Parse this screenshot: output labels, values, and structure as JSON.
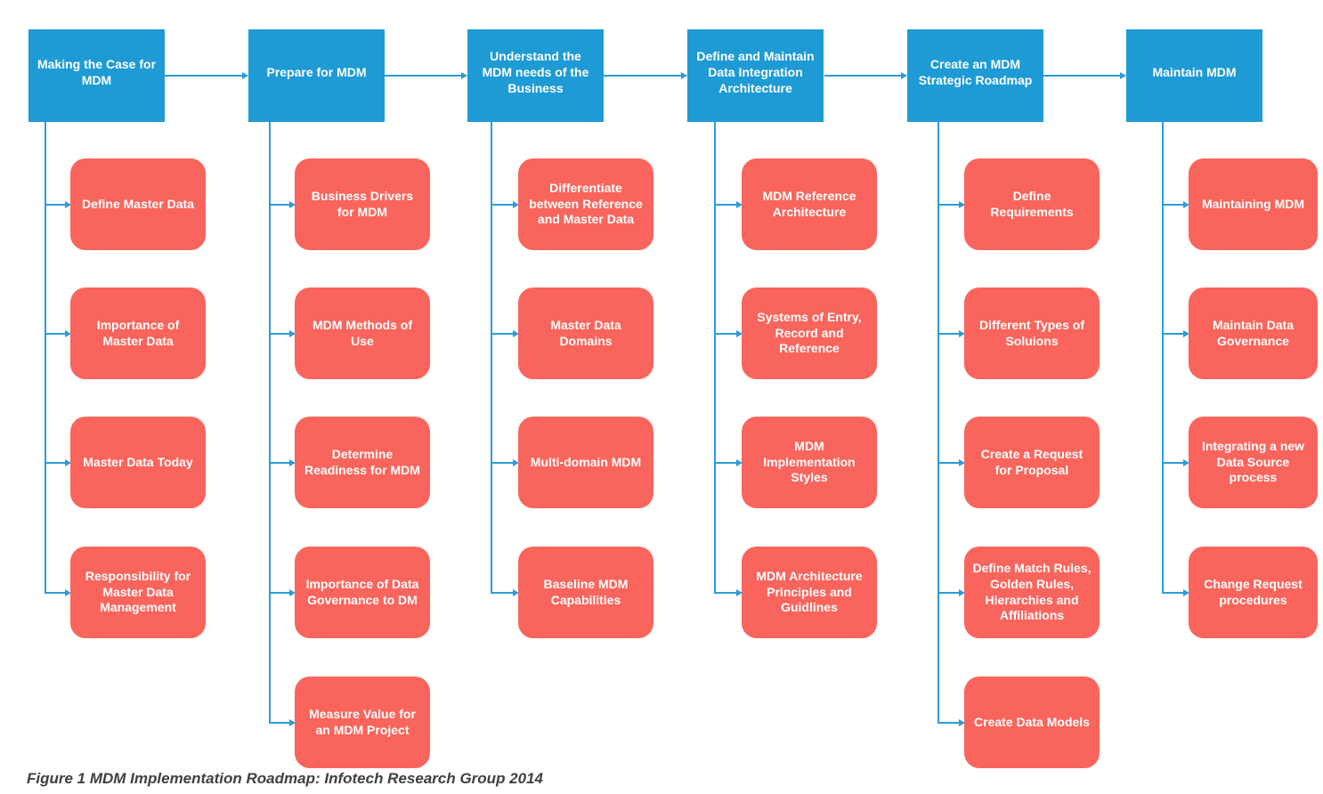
{
  "figure": {
    "caption": "Figure 1 MDM Implementation Roadmap: Infotech Research Group 2014"
  },
  "colors": {
    "phase_blue": "#1E9BD5",
    "step_red": "#F9655C",
    "connector_blue": "#2B9CD8",
    "caption_gray": "#3F3F3F"
  },
  "diagram_type": "flowchart-roadmap",
  "columns": [
    {
      "title": "Making the Case for MDM",
      "children": [
        "Define Master Data",
        "Importance of Master Data",
        "Master Data Today",
        "Responsibility for Master Data Management"
      ]
    },
    {
      "title": "Prepare for MDM",
      "children": [
        "Business Drivers for MDM",
        "MDM Methods of Use",
        "Determine Readiness for MDM",
        "Importance of Data Governance to DM",
        "Measure Value for an MDM Project"
      ]
    },
    {
      "title": "Understand the MDM needs of the Business",
      "children": [
        "Differentiate between Reference and Master Data",
        "Master Data Domains",
        "Multi-domain MDM",
        "Baseline MDM Capabilities"
      ]
    },
    {
      "title": "Define and Maintain Data Integration Architecture",
      "children": [
        "MDM Reference Architecture",
        "Systems of Entry, Record and Reference",
        "MDM Implementation Styles",
        "MDM Architecture Principles and Guidlines"
      ]
    },
    {
      "title": "Create an MDM Strategic Roadmap",
      "children": [
        "Define Requirements",
        "Different Types of Soluions",
        "Create a Request for Proposal",
        "Define Match Rules, Golden Rules, Hierarchies and Affiliations",
        "Create Data Models"
      ]
    },
    {
      "title": "Maintain MDM",
      "children": [
        "Maintaining MDM",
        "Maintain Data Governance",
        "Integrating a new Data Source process",
        "Change Request procedures"
      ]
    }
  ]
}
